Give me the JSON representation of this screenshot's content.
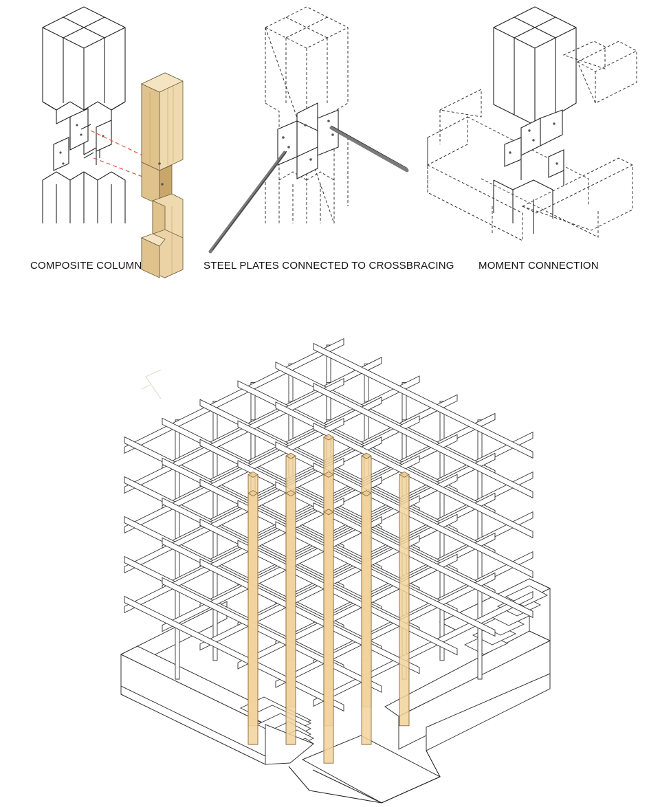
{
  "captions": {
    "composite_column": "COMPOSITE COLUMN",
    "steel_plates": "STEEL PLATES CONNECTED TO CROSSBRACING",
    "moment_connection": "MOMENT CONNECTION"
  },
  "colors": {
    "timber": "#efd9ae",
    "timber_dark": "#c9a66b",
    "steel_rod": "#7a7a7a",
    "line": "#222222",
    "highlight_column": "#f2d29c",
    "pin_line": "#e0553a"
  }
}
